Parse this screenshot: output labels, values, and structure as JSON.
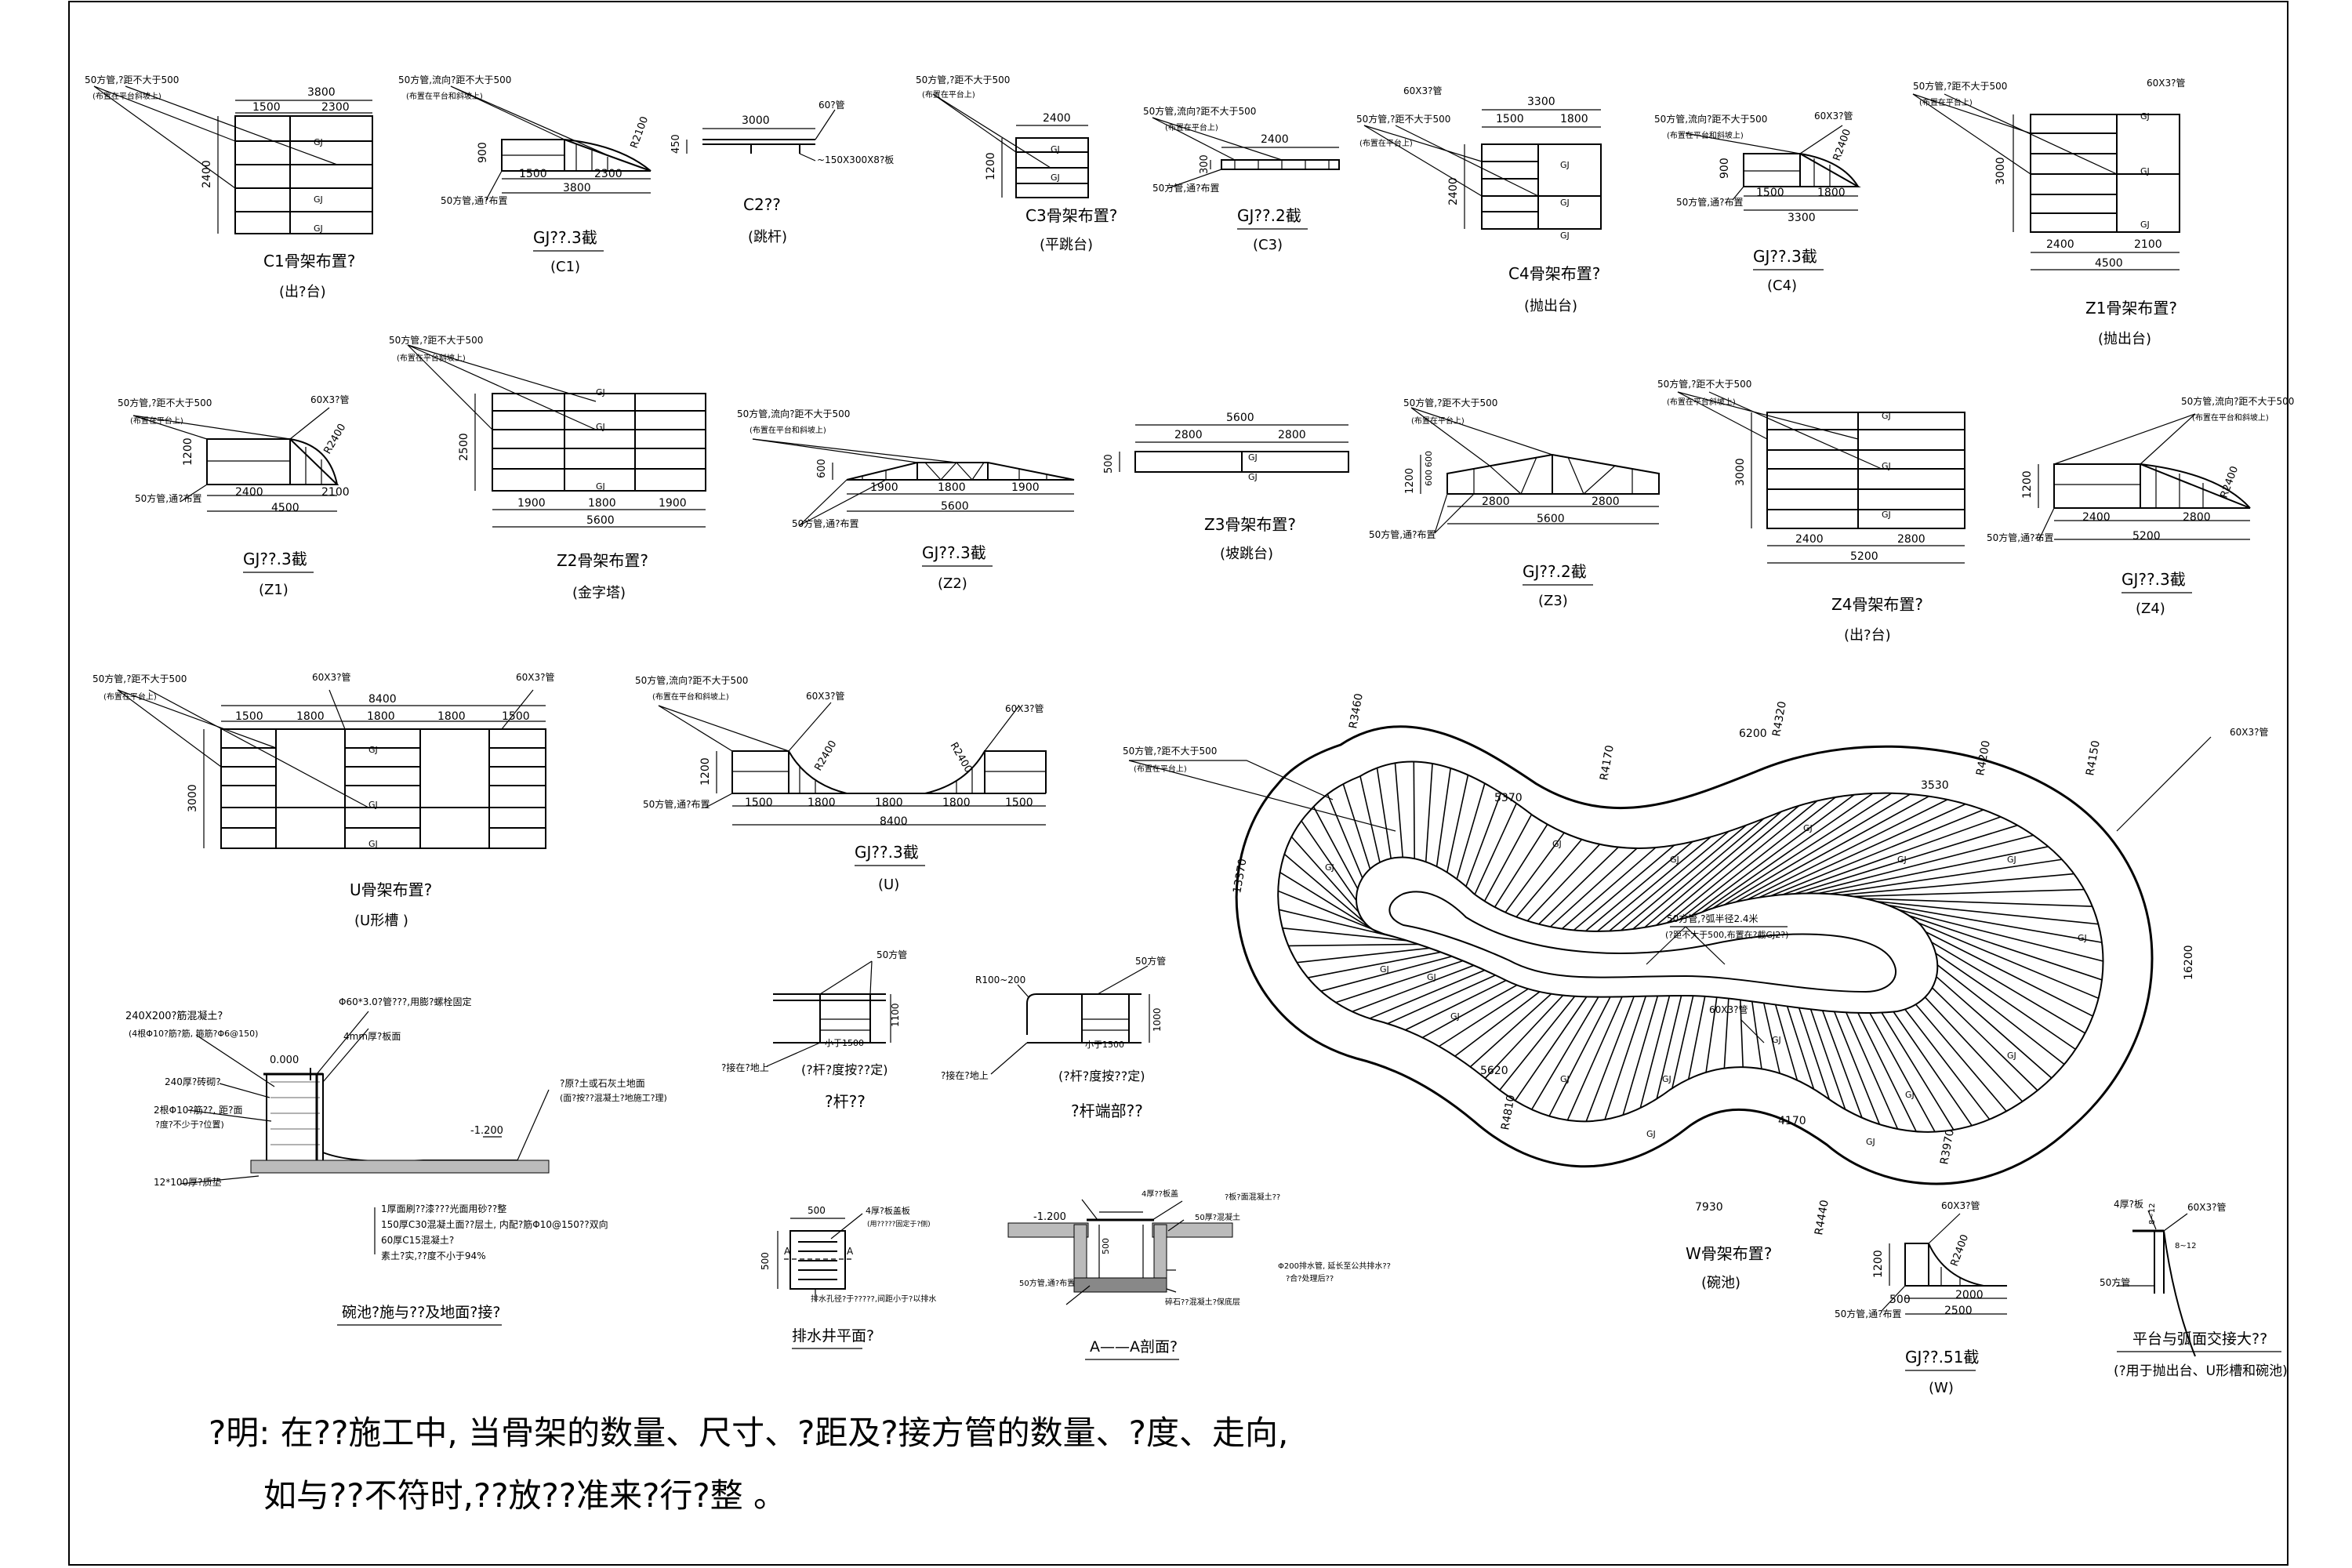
{
  "tags": {
    "tube50_500": "50方管,?距不大于500",
    "tube50_dir500": "50方管,流向?距不大于500",
    "on_platform": "(布置在平台上)",
    "on_platform_slope": "(布置在平台斜坡上)",
    "on_platform_arc": "(布置在平台和斜坡上)",
    "tube50_rise": "50方管,通?布置",
    "tube60": "60X3?管",
    "gj": "GJ"
  },
  "c1": {
    "total": "3800",
    "s1": "1500",
    "s2": "2300",
    "h": "2400",
    "title": "C1骨架布置?",
    "sub": "(出?台)"
  },
  "gj_c1": {
    "h": "900",
    "w1": "1500",
    "w2": "2300",
    "total": "3800",
    "r": "R2100",
    "title": "GJ??.3截",
    "sub": "(C1)"
  },
  "c2": {
    "w": "3000",
    "h": "450",
    "pipe": "60?管",
    "plate": "~150X300X8?板",
    "title": "C2??",
    "sub": "(跳杆)"
  },
  "c3": {
    "w": "2400",
    "h": "1200",
    "title": "C3骨架布置?",
    "sub": "(平跳台)"
  },
  "gj_c3": {
    "w": "2400",
    "h": "300",
    "title": "GJ??.2截",
    "sub": "(C3)"
  },
  "c4": {
    "total": "3300",
    "s1": "1500",
    "s2": "1800",
    "h": "2400",
    "title": "C4骨架布置?",
    "sub": "(抛出台)"
  },
  "gj_c4": {
    "h": "900",
    "w1": "1500",
    "w2": "1800",
    "total": "3300",
    "r": "R2400",
    "title": "GJ??.3截",
    "sub": "(C4)"
  },
  "z1": {
    "s1": "2400",
    "s2": "2100",
    "total": "4500",
    "h": "3000",
    "title": "Z1骨架布置?",
    "sub": "(抛出台)"
  },
  "gj_z1": {
    "h": "1200",
    "s1": "2400",
    "s2": "2100",
    "total": "4500",
    "r": "R2400",
    "title": "GJ??.3截",
    "sub": "(Z1)"
  },
  "z2": {
    "h": "2500",
    "s1": "1900",
    "s2": "1800",
    "s3": "1900",
    "total": "5600",
    "title": "Z2骨架布置?",
    "sub": "(金字塔)"
  },
  "gj_z2": {
    "h": "600",
    "s1": "1900",
    "s2": "1800",
    "s3": "1900",
    "total": "5600",
    "title": "GJ??.3截",
    "sub": "(Z2)"
  },
  "z3": {
    "total": "5600",
    "s1": "2800",
    "s2": "2800",
    "h": "500",
    "title": "Z3骨架布置?",
    "sub": "(坡跳台)"
  },
  "gj_z3": {
    "h1": "1200",
    "h2": "600",
    "h3": "600",
    "s1": "2800",
    "s2": "2800",
    "total": "5600",
    "title": "GJ??.2截",
    "sub": "(Z3)"
  },
  "z4": {
    "h": "3000",
    "s1": "2400",
    "s2": "2800",
    "total": "5200",
    "title": "Z4骨架布置?",
    "sub": "(出?台)"
  },
  "gj_z4": {
    "h": "1200",
    "s1": "2400",
    "s2": "2800",
    "total": "5200",
    "r": "R2400",
    "title": "GJ??.3截",
    "sub": "(Z4)"
  },
  "u": {
    "total": "8400",
    "spans": [
      "1500",
      "1800",
      "1800",
      "1800",
      "1500"
    ],
    "h": "3000",
    "title": "U骨架布置?",
    "sub": "(U形槽 )"
  },
  "gj_u": {
    "h": "1200",
    "spans": [
      "1500",
      "1800",
      "1800",
      "1800",
      "1500"
    ],
    "total": "8400",
    "r1": "R2400",
    "r2": "R2400",
    "title": "GJ??.3截",
    "sub": "(U)"
  },
  "w": {
    "radii": [
      "R3460",
      "R4170",
      "R4320",
      "R4200",
      "R4150",
      "R4810",
      "R3970",
      "R4440"
    ],
    "dims": [
      "6200",
      "5370",
      "3530",
      "13370",
      "16200",
      "5620",
      "4170",
      "7930"
    ],
    "note1": "50方管,?弧半径2.4米",
    "note2": "(?距不大于500,布置在?截GJ2?)",
    "title": "W骨架布置?",
    "sub": "(碗池)"
  },
  "gj_w": {
    "h": "1200",
    "s1": "500",
    "s2": "2000",
    "total": "2500",
    "r": "R2400",
    "title": "GJ??.51截",
    "sub": "(W)"
  },
  "rail": {
    "tag": "50方管",
    "h": "1100",
    "dim": "小于1500",
    "foot": "?接在?地上",
    "title": "?杆??",
    "note": "(?杆?度按??定)"
  },
  "rail_end": {
    "tag": "50方管",
    "r": "R100~200",
    "h": "1000",
    "dim": "小于1500",
    "foot": "?接在?地上",
    "title": "?杆端部??",
    "note": "(?杆?度按??定)"
  },
  "bowl_sec": {
    "beam": "240X200?筋混凝土?",
    "beam_note": "(4根Φ10?筋?筋, 箍筋?Φ6@150)",
    "top": "Φ60*3.0?管???,用膨?螺栓固定",
    "plate": "4mm厚?板面",
    "lvl0": "0.000",
    "lvl1": "-1.200",
    "wall": "240厚?砖砌?",
    "emb": "2根Φ10?筋??, 距?面",
    "emb2": "?度?不少于?位置)",
    "cushion": "12*100厚?质垫",
    "fill": "?原?土或石灰土地面",
    "fill2": "(面?按??混凝土?地施工?理)",
    "l1": "1厚面刷??漆???光面用砂??整",
    "l2": "150厚C30混凝土面??层土, 内配?筋Φ10@150??双向",
    "l3": "60厚C15混凝土?",
    "l4": "素土?实,??度不小于94%",
    "title": "碗池?施与??及地面?接?"
  },
  "drain": {
    "w": "500",
    "h": "500",
    "tag": "4厚?板盖板",
    "tag2": "(用?????固定于?侧)",
    "sec": "A",
    "note": "排水孔径?于?????,间距小于?以排水",
    "title": "排水井平面?"
  },
  "aa": {
    "lvl": "-1.200",
    "t1": "4厚??板盖",
    "t2": "?板?面混凝土??",
    "t3": "50厚?混凝土",
    "w": "500",
    "t4": "Φ200排水管, 延长至公共排水??",
    "t5": "?合?处理后??",
    "t6": "碎石??混凝土?保底层",
    "title": "A——A剖面?"
  },
  "detail": {
    "tag1": "4厚?板",
    "tag2": "60X3?管",
    "d1": "8~12",
    "d2": "8~12",
    "tag3": "50方管",
    "title": "平台与弧面交接大??",
    "sub": "(?用于抛出台、U形槽和碗池)"
  },
  "note": {
    "line1": "?明: 在??施工中, 当骨架的数量、尺寸、?距及?接方管的数量、?度、走向,",
    "line2": "如与??不符时,??放??准来?行?整 。"
  }
}
